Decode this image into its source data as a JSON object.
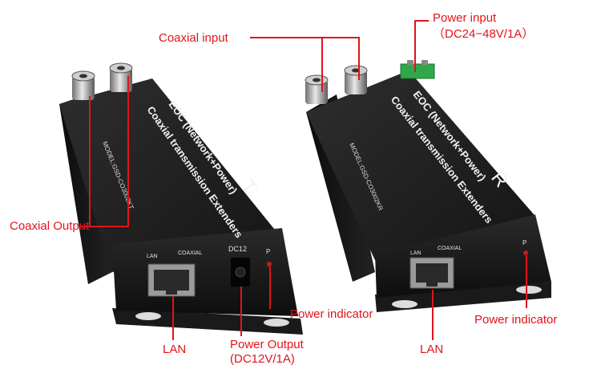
{
  "device_t": {
    "header": "EOC (Network+Power)",
    "subtitle": "Coaxial transmission Extenders",
    "model": "MODEL:GSD-CO3002KT",
    "letter": "T",
    "port_lan": "LAN",
    "port_coaxial": "COAXIAL",
    "port_dc": "DC12",
    "led": "P"
  },
  "device_r": {
    "header": "EOC (Network+Power)",
    "subtitle": "Coaxial transmission Extenders",
    "model": "MODEL:GSD-CO3002KR",
    "letter": "R",
    "port_lan": "LAN",
    "port_coaxial": "COAXIAL",
    "led": "P"
  },
  "callouts": {
    "coaxial_input": "Coaxial input",
    "power_input_line1": "Power input",
    "power_input_line2": "（DC24−48V/1A）",
    "coaxial_output": "Coaxial Output",
    "power_indicator_t": "Power indicator",
    "power_indicator_r": "Power indicator",
    "lan_t": "LAN",
    "lan_r": "LAN",
    "power_output_line1": "Power Output",
    "power_output_line2": "(DC12V/1A)"
  },
  "colors": {
    "annotation": "#e0141b",
    "housing": "#1b1b1b",
    "terminal": "#2fa84a"
  }
}
